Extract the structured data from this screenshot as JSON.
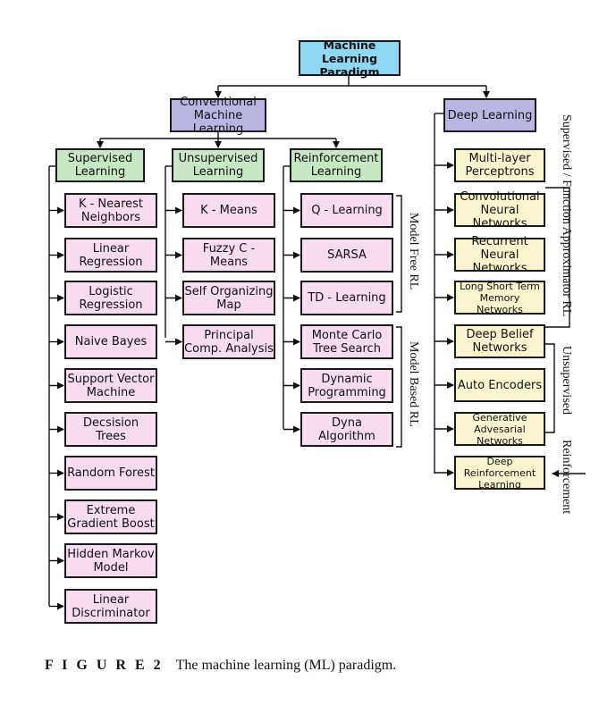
{
  "root": "Machine Learning Paradigm",
  "conventional": "Conventional Machine Learning",
  "deep_learning": "Deep Learning",
  "supervised": {
    "title": "Supervised Learning",
    "items": [
      "K - Nearest Neighbors",
      "Linear Regression",
      "Logistic Regression",
      "Naive Bayes",
      "Support Vector Machine",
      "Decsision Trees",
      "Random Forest",
      "Extreme Gradient Boost",
      "Hidden Markov Model",
      "Linear Discriminator"
    ]
  },
  "unsupervised": {
    "title": "Unsupervised Learning",
    "items": [
      "K - Means",
      "Fuzzy C - Means",
      "Self Organizing Map",
      "Principal Comp. Analysis"
    ]
  },
  "reinforcement": {
    "title": "Reinforcement Learning",
    "items": [
      "Q - Learning",
      "SARSA",
      "TD - Learning",
      "Monte Carlo Tree Search",
      "Dynamic Programming",
      "Dyna Algorithm"
    ]
  },
  "deep": {
    "items": [
      "Multi-layer Perceptrons",
      "Convolutional Neural Networks",
      "Recurrent Neural Networks",
      "Long Short Term Memory Networks",
      "Deep Belief Networks",
      "Auto Encoders",
      "Generative Advesarial Networks",
      "Deep Reinforcement Learning"
    ]
  },
  "side_labels": {
    "model_free": "Model Free RL",
    "model_based": "Model Based RL",
    "supervised_fa": "Supervised / Function Approximator RL",
    "unsupervised": "Unsupervised",
    "reinforcement": "Reinforcement"
  },
  "caption": {
    "label": "F I G U R E  2",
    "text": "The machine learning (ML) paradigm."
  }
}
